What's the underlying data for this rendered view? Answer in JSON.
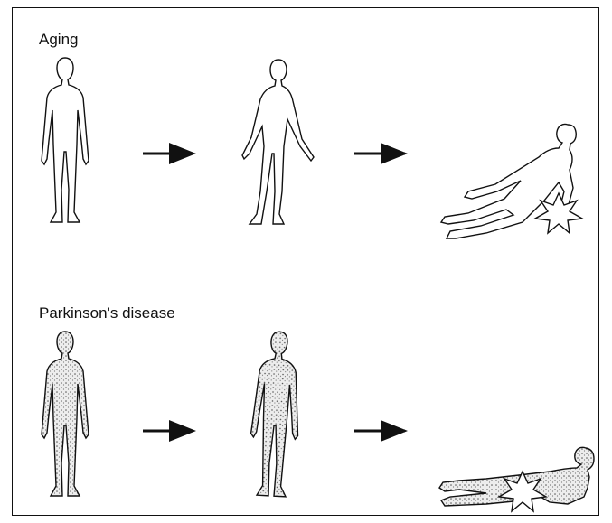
{
  "rows": {
    "aging": {
      "label": "Aging"
    },
    "parkinsons": {
      "label": "Parkinson's disease"
    }
  },
  "stages": [
    "upright posture",
    "tilted posture",
    "fall with impact"
  ],
  "colors": {
    "line": "#111111",
    "fill_plain": "#ffffff",
    "fill_stippled": "#d8d8d8",
    "impact_fill": "#ffffff"
  },
  "icons": {
    "arrow": "arrow-right-icon",
    "impact": "impact-starburst-icon"
  }
}
